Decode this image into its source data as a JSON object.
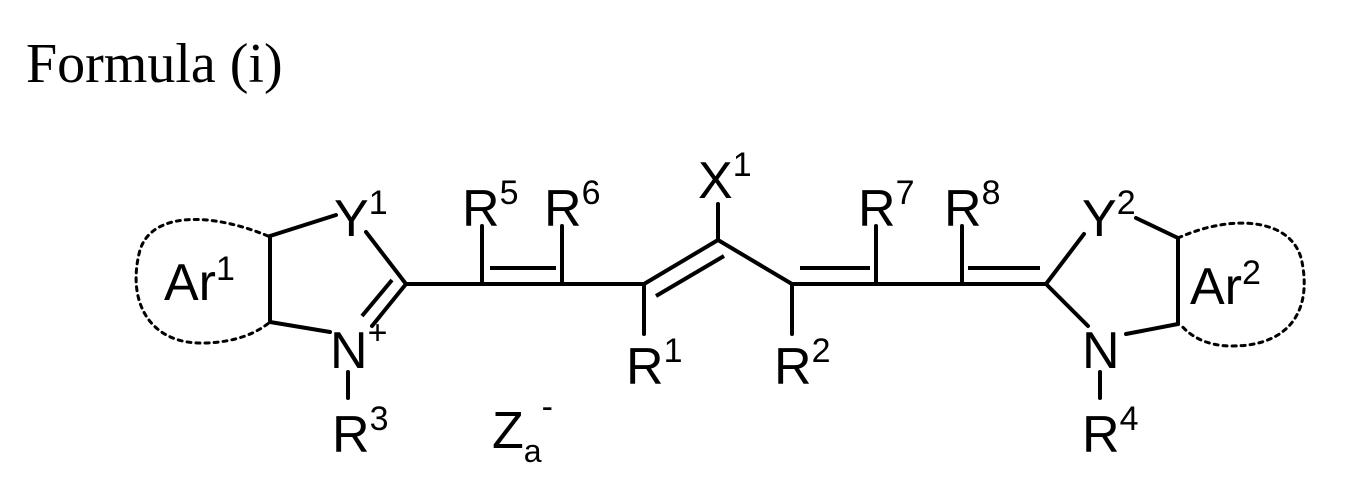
{
  "title": "Formula (i)",
  "atoms": {
    "ar1": {
      "base": "Ar",
      "sup": "1"
    },
    "ar2": {
      "base": "Ar",
      "sup": "2"
    },
    "y1": {
      "base": "Y",
      "sup": "1"
    },
    "y2": {
      "base": "Y",
      "sup": "2"
    },
    "n1": {
      "base": "N",
      "sup": "+"
    },
    "n2": {
      "base": "N"
    },
    "x1": {
      "base": "X",
      "sup": "1"
    },
    "r1": {
      "base": "R",
      "sup": "1"
    },
    "r2": {
      "base": "R",
      "sup": "2"
    },
    "r3": {
      "base": "R",
      "sup": "3"
    },
    "r4": {
      "base": "R",
      "sup": "4"
    },
    "r5": {
      "base": "R",
      "sup": "5"
    },
    "r6": {
      "base": "R",
      "sup": "6"
    },
    "r7": {
      "base": "R",
      "sup": "7"
    },
    "r8": {
      "base": "R",
      "sup": "8"
    },
    "za": {
      "base": "Z",
      "sub": "a",
      "sup": "-"
    }
  }
}
